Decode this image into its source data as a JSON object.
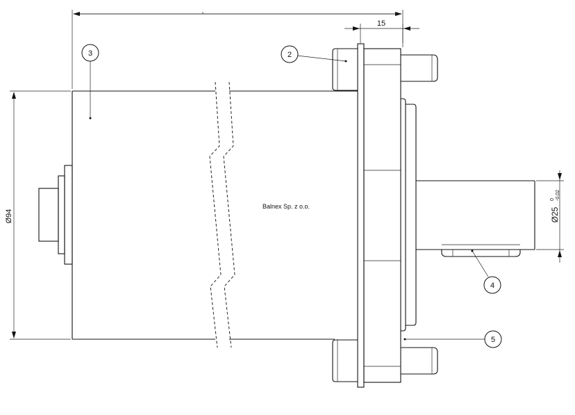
{
  "dimensions": {
    "top_width": "15",
    "diameter_body": "Ø94",
    "diameter_shaft": "Ø25",
    "shaft_tol_upper": "0",
    "shaft_tol_lower": "-0,02"
  },
  "watermark": "Balnex Sp. z o.o.",
  "balloons": {
    "b2": "2",
    "b3": "3",
    "b4": "4",
    "b5": "5"
  }
}
